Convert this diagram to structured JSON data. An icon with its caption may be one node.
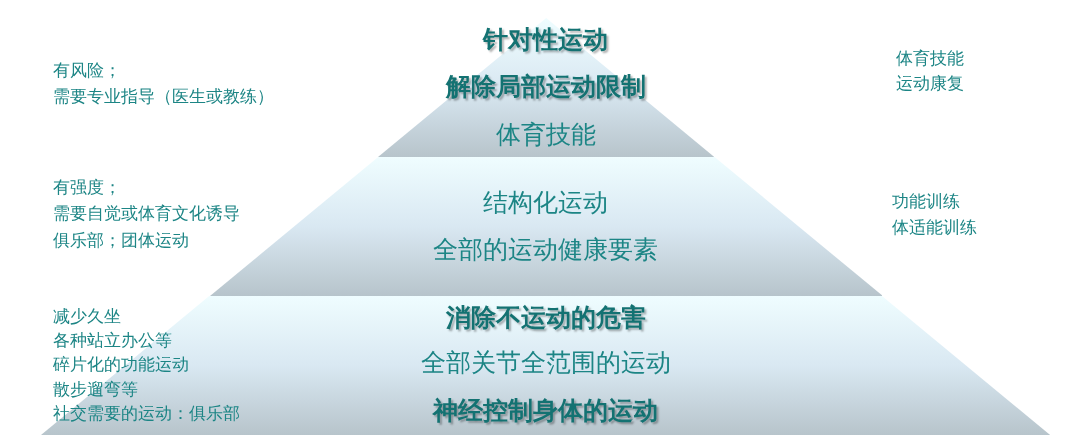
{
  "diagram": {
    "nodes": [
      {
        "text": [
          "针对性运动",
          "解除局部运动限制",
          "体育技能"
        ],
        "beside": [
          "有风险；",
          "需要专业指导（医生或教练）",
          "体育技能",
          "运动康复"
        ]
      },
      {
        "text": [
          "结构化运动",
          "全部的运动健康要素"
        ],
        "beside": [
          "有强度；",
          "需要自觉或体育文化诱导",
          "俱乐部；团体运动",
          "功能训练",
          "体适能训练"
        ]
      },
      {
        "text": [
          "消除不运动的危害",
          "全部关节全范围的运动",
          "神经控制身体的运动"
        ]
      }
    ],
    "labels": [
      "减少久坐",
      "各种站立办公等",
      "碎片化的功能运动",
      "散步遛弯等",
      "社交需要的运动：俱乐部"
    ]
  }
}
